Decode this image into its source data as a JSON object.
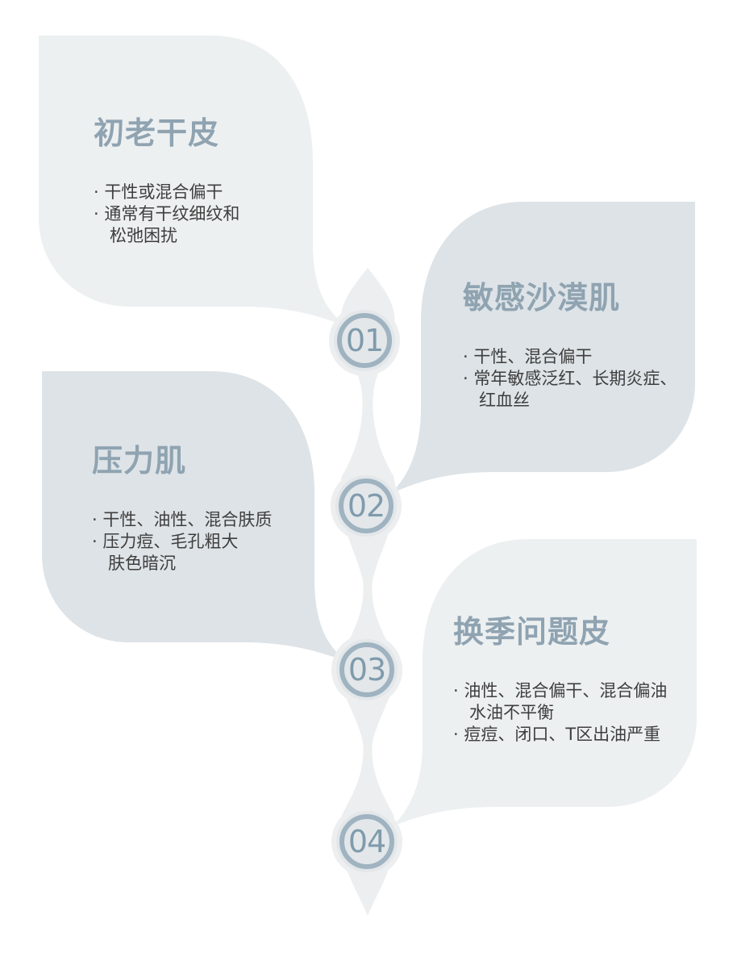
{
  "colors": {
    "leaf_light": "#edf0f1",
    "leaf_blue": "#dde3e7",
    "stem": "#eceeef",
    "node_fill": "#e3e7ea",
    "node_ring": "#9fb3c0",
    "title": "#8fa3b1",
    "body_text": "#3e3e3e",
    "number": "#7f9bac"
  },
  "items": [
    {
      "number": "01",
      "title": "初老干皮",
      "bullets": [
        "· 干性或混合偏干",
        "· 通常有干纹细纹和",
        "   松弛困扰"
      ]
    },
    {
      "number": "02",
      "title": "敏感沙漠肌",
      "bullets": [
        "· 干性、混合偏干",
        "· 常年敏感泛红、长期炎症、",
        "   红血丝"
      ]
    },
    {
      "number": "03",
      "title": "压力肌",
      "bullets": [
        "· 干性、油性、混合肤质",
        "· 压力痘、毛孔粗大",
        "   肤色暗沉"
      ]
    },
    {
      "number": "04",
      "title": "换季问题皮",
      "bullets": [
        "· 油性、混合偏干、混合偏油",
        "   水油不平衡",
        "· 痘痘、闭口、T区出油严重"
      ]
    }
  ]
}
